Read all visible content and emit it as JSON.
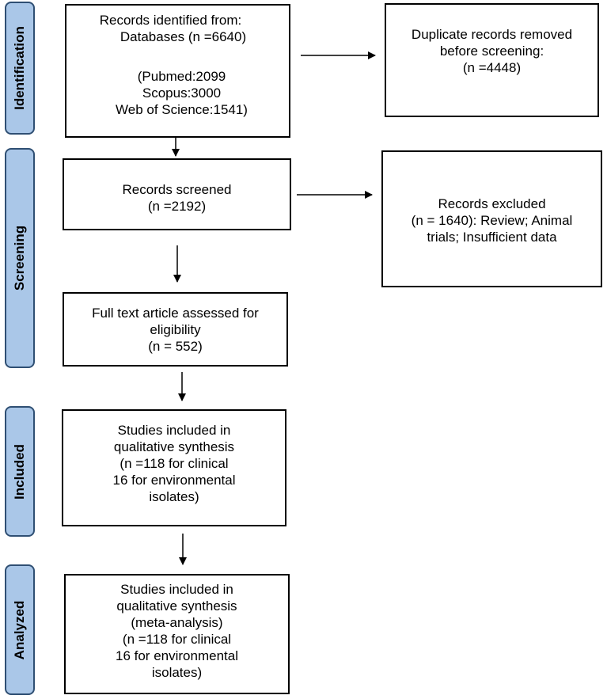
{
  "phases": [
    {
      "label": "Identification"
    },
    {
      "label": "Screening"
    },
    {
      "label": "Included"
    },
    {
      "label": "Analyzed"
    }
  ],
  "boxes": {
    "identified": {
      "lines": [
        "Records identified from:",
        "Databases (n =6640)",
        "",
        "(Pubmed:2099",
        "Scopus:3000",
        "Web of Science:1541)"
      ]
    },
    "duplicates": {
      "lines": [
        "Duplicate records removed",
        "before screening:",
        "(n =4448)"
      ]
    },
    "screened": {
      "lines": [
        "Records screened",
        "(n =2192)"
      ]
    },
    "excluded": {
      "lines": [
        "Records excluded",
        "(n = 1640): Review; Animal",
        "trials; Insufficient data"
      ]
    },
    "fulltext": {
      "lines": [
        "Full text article assessed for",
        "eligibility",
        "(n = 552)"
      ]
    },
    "included": {
      "lines": [
        "Studies included in",
        "qualitative synthesis",
        "(n =118 for clinical",
        "16 for environmental",
        "isolates)"
      ]
    },
    "analyzed": {
      "lines": [
        "Studies included in",
        "qualitative synthesis",
        "(meta-analysis)",
        "(n =118 for clinical",
        "16 for environmental",
        "isolates)"
      ]
    }
  }
}
